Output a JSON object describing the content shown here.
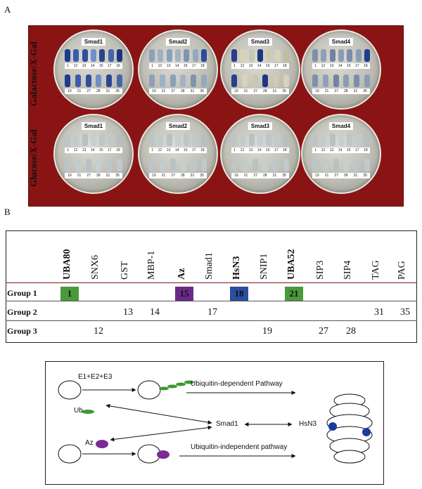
{
  "panel_a": {
    "letter": "A",
    "row_labels": [
      "Galactose/X-Gal",
      "Glucose/X-Gal"
    ],
    "plates_top": [
      {
        "label": "Smad1",
        "numbers_top": [
          "1",
          "12",
          "13",
          "14",
          "15",
          "17",
          "18"
        ],
        "numbers_bottom": [
          "19",
          "21",
          "27",
          "28",
          "31",
          "35"
        ]
      },
      {
        "label": "Smad2",
        "numbers_top": [
          "1",
          "12",
          "13",
          "14",
          "15",
          "17",
          "18"
        ],
        "numbers_bottom": [
          "19",
          "21",
          "27",
          "28",
          "31",
          "35"
        ]
      },
      {
        "label": "Smad3",
        "numbers_top": [
          "1",
          "12",
          "13",
          "14",
          "15",
          "17",
          "18"
        ],
        "numbers_bottom": [
          "19",
          "21",
          "27",
          "28",
          "31",
          "35"
        ]
      },
      {
        "label": "Smad4",
        "numbers_top": [
          "1",
          "12",
          "13",
          "14",
          "15",
          "17",
          "18"
        ],
        "numbers_bottom": [
          "19",
          "21",
          "27",
          "28",
          "31",
          "35"
        ]
      }
    ],
    "plates_bottom": [
      {
        "label": "Smad1",
        "numbers_top": [
          "1",
          "12",
          "13",
          "14",
          "15",
          "17",
          "18"
        ],
        "numbers_bottom": [
          "19",
          "21",
          "27",
          "28",
          "31",
          "35"
        ]
      },
      {
        "label": "Smad2",
        "numbers_top": [
          "1",
          "12",
          "13",
          "14",
          "15",
          "17",
          "18"
        ],
        "numbers_bottom": [
          "19",
          "21",
          "27",
          "28",
          "31",
          "35"
        ]
      },
      {
        "label": "Smad3",
        "numbers_top": [
          "1",
          "12",
          "13",
          "14",
          "15",
          "17",
          "18"
        ],
        "numbers_bottom": [
          "19",
          "21",
          "27",
          "28",
          "31",
          "35"
        ]
      },
      {
        "label": "Smad4",
        "numbers_top": [
          "1",
          "12",
          "13",
          "14",
          "15",
          "17",
          "18"
        ],
        "numbers_bottom": [
          "19",
          "21",
          "27",
          "28",
          "31",
          "35"
        ]
      }
    ]
  },
  "panel_b": {
    "letter": "B",
    "columns": [
      {
        "label": "UBA80",
        "bold": true
      },
      {
        "label": "SNX6",
        "bold": false
      },
      {
        "label": "GST",
        "bold": false
      },
      {
        "label": "MBP-1",
        "bold": false
      },
      {
        "label": "Az",
        "bold": true
      },
      {
        "label": "Smad1",
        "bold": false
      },
      {
        "label": "HsN3",
        "bold": true
      },
      {
        "label": "SNIP1",
        "bold": false
      },
      {
        "label": "UBA52",
        "bold": true
      },
      {
        "label": "SIP3",
        "bold": false
      },
      {
        "label": "SIP4",
        "bold": false
      },
      {
        "label": "TAG",
        "bold": false
      },
      {
        "label": "PAG",
        "bold": false
      }
    ],
    "groups": [
      {
        "label": "Group 1",
        "entries": [
          {
            "col": 0,
            "value": "1",
            "color": "#4a9a3c"
          },
          {
            "col": 4,
            "value": "15",
            "color": "#6a2a8a"
          },
          {
            "col": 6,
            "value": "18",
            "color": "#2a4ea0"
          },
          {
            "col": 8,
            "value": "21",
            "color": "#4a9a3c"
          }
        ]
      },
      {
        "label": "Group 2",
        "entries": [
          {
            "col": 2,
            "value": "13"
          },
          {
            "col": 3,
            "value": "14"
          },
          {
            "col": 5,
            "value": "17"
          },
          {
            "col": 11,
            "value": "31"
          },
          {
            "col": 12,
            "value": "35"
          }
        ]
      },
      {
        "label": "Group 3",
        "entries": [
          {
            "col": 1,
            "value": "12"
          },
          {
            "col": 7,
            "value": "19"
          },
          {
            "col": 9,
            "value": "27"
          },
          {
            "col": 10,
            "value": "28"
          }
        ]
      }
    ]
  },
  "diagram": {
    "e_enzymes": "E1+E2+E3",
    "ub": "Ub",
    "az": "Az",
    "smad1": "Smad1",
    "hsn3": "HsN3",
    "ub_dependent": "Ubiquitin-dependent Pathway",
    "ub_independent": "Ubiquitin-independent pathway",
    "colors": {
      "ub": "#3a9a30",
      "az": "#7a2a96",
      "hsn3_dot": "#1a3aa0"
    }
  }
}
